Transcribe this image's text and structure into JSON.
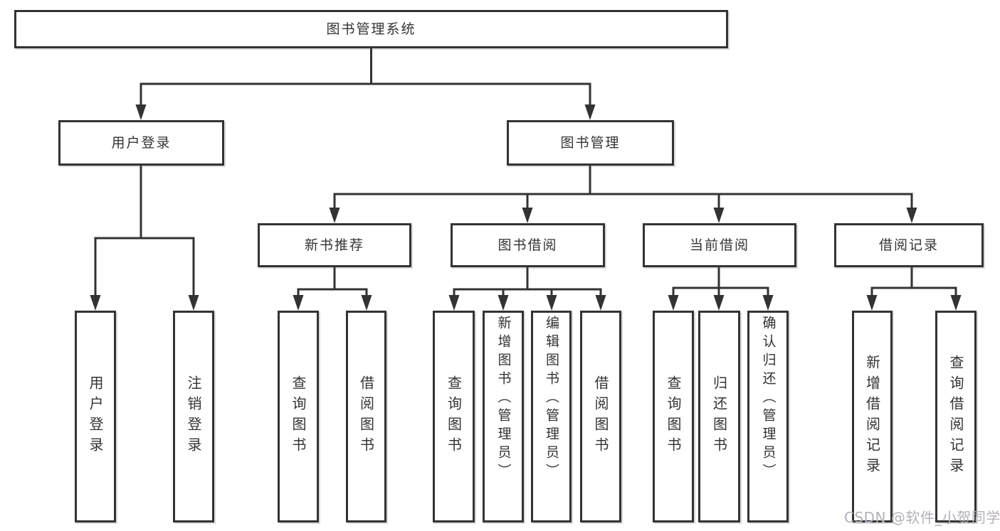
{
  "title": {
    "label": "图书管理系统"
  },
  "branches": {
    "user_login": {
      "label": "用户登录",
      "children": [
        {
          "label": "用户登录"
        },
        {
          "label": "注销登录"
        }
      ]
    },
    "book_mgmt": {
      "label": "图书管理",
      "children": [
        {
          "label": "新书推荐",
          "children": [
            {
              "label": "查询图书"
            },
            {
              "label": "借阅图书"
            }
          ]
        },
        {
          "label": "图书借阅",
          "children": [
            {
              "label": "查询图书"
            },
            {
              "label": "新增图书（管理员）"
            },
            {
              "label": "编辑图书（管理员）"
            },
            {
              "label": "借阅图书"
            }
          ]
        },
        {
          "label": "当前借阅",
          "children": [
            {
              "label": "查询图书"
            },
            {
              "label": "归还图书"
            },
            {
              "label": "确认归还（管理员）"
            }
          ]
        },
        {
          "label": "借阅记录",
          "children": [
            {
              "label": "新增借阅记录"
            },
            {
              "label": "查询借阅记录"
            }
          ]
        }
      ]
    }
  },
  "watermark": {
    "text": "CSDN @软件_小贺同学"
  },
  "colors": {
    "line": "#333333",
    "text": "#333333",
    "watermark": "#b4afb9",
    "bg": "#ffffff"
  }
}
